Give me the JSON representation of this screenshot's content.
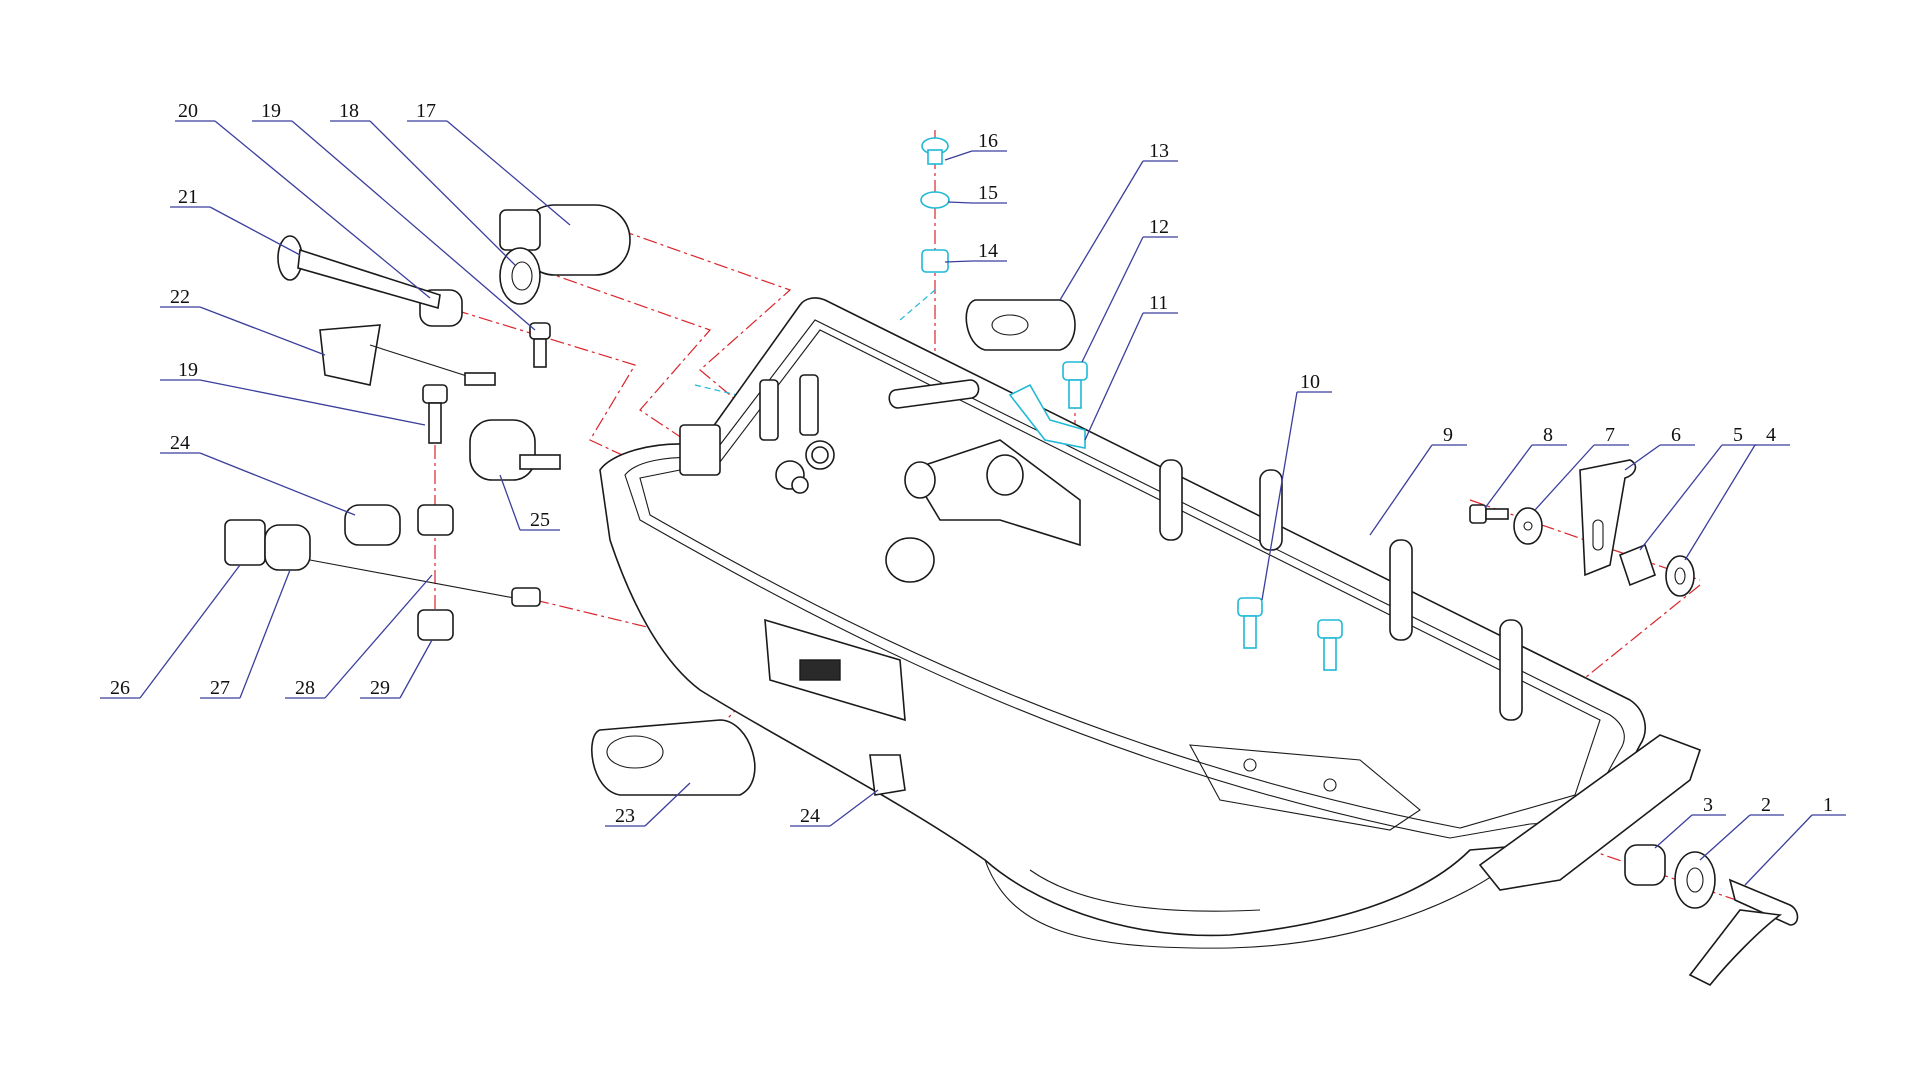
{
  "callouts": [
    {
      "id": "1",
      "text": "1"
    },
    {
      "id": "2",
      "text": "2"
    },
    {
      "id": "3",
      "text": "3"
    },
    {
      "id": "4",
      "text": "4"
    },
    {
      "id": "5",
      "text": "5"
    },
    {
      "id": "6",
      "text": "6"
    },
    {
      "id": "7",
      "text": "7"
    },
    {
      "id": "8",
      "text": "8"
    },
    {
      "id": "9",
      "text": "9"
    },
    {
      "id": "10",
      "text": "10"
    },
    {
      "id": "11",
      "text": "11"
    },
    {
      "id": "12",
      "text": "12"
    },
    {
      "id": "13",
      "text": "13"
    },
    {
      "id": "14",
      "text": "14"
    },
    {
      "id": "15",
      "text": "15"
    },
    {
      "id": "16",
      "text": "16"
    },
    {
      "id": "17",
      "text": "17"
    },
    {
      "id": "18",
      "text": "18"
    },
    {
      "id": "19a",
      "text": "19"
    },
    {
      "id": "19b",
      "text": "19"
    },
    {
      "id": "20",
      "text": "20"
    },
    {
      "id": "21",
      "text": "21"
    },
    {
      "id": "22",
      "text": "22"
    },
    {
      "id": "23",
      "text": "23"
    },
    {
      "id": "24a",
      "text": "24"
    },
    {
      "id": "24b",
      "text": "24"
    },
    {
      "id": "25",
      "text": "25"
    },
    {
      "id": "26",
      "text": "26"
    },
    {
      "id": "27",
      "text": "27"
    },
    {
      "id": "28",
      "text": "28"
    },
    {
      "id": "29",
      "text": "29"
    }
  ],
  "colors": {
    "line": "#1a1a1a",
    "leader": "#3b3f9c",
    "centerline": "#d9242b",
    "highlight": "#1fb8d6"
  }
}
